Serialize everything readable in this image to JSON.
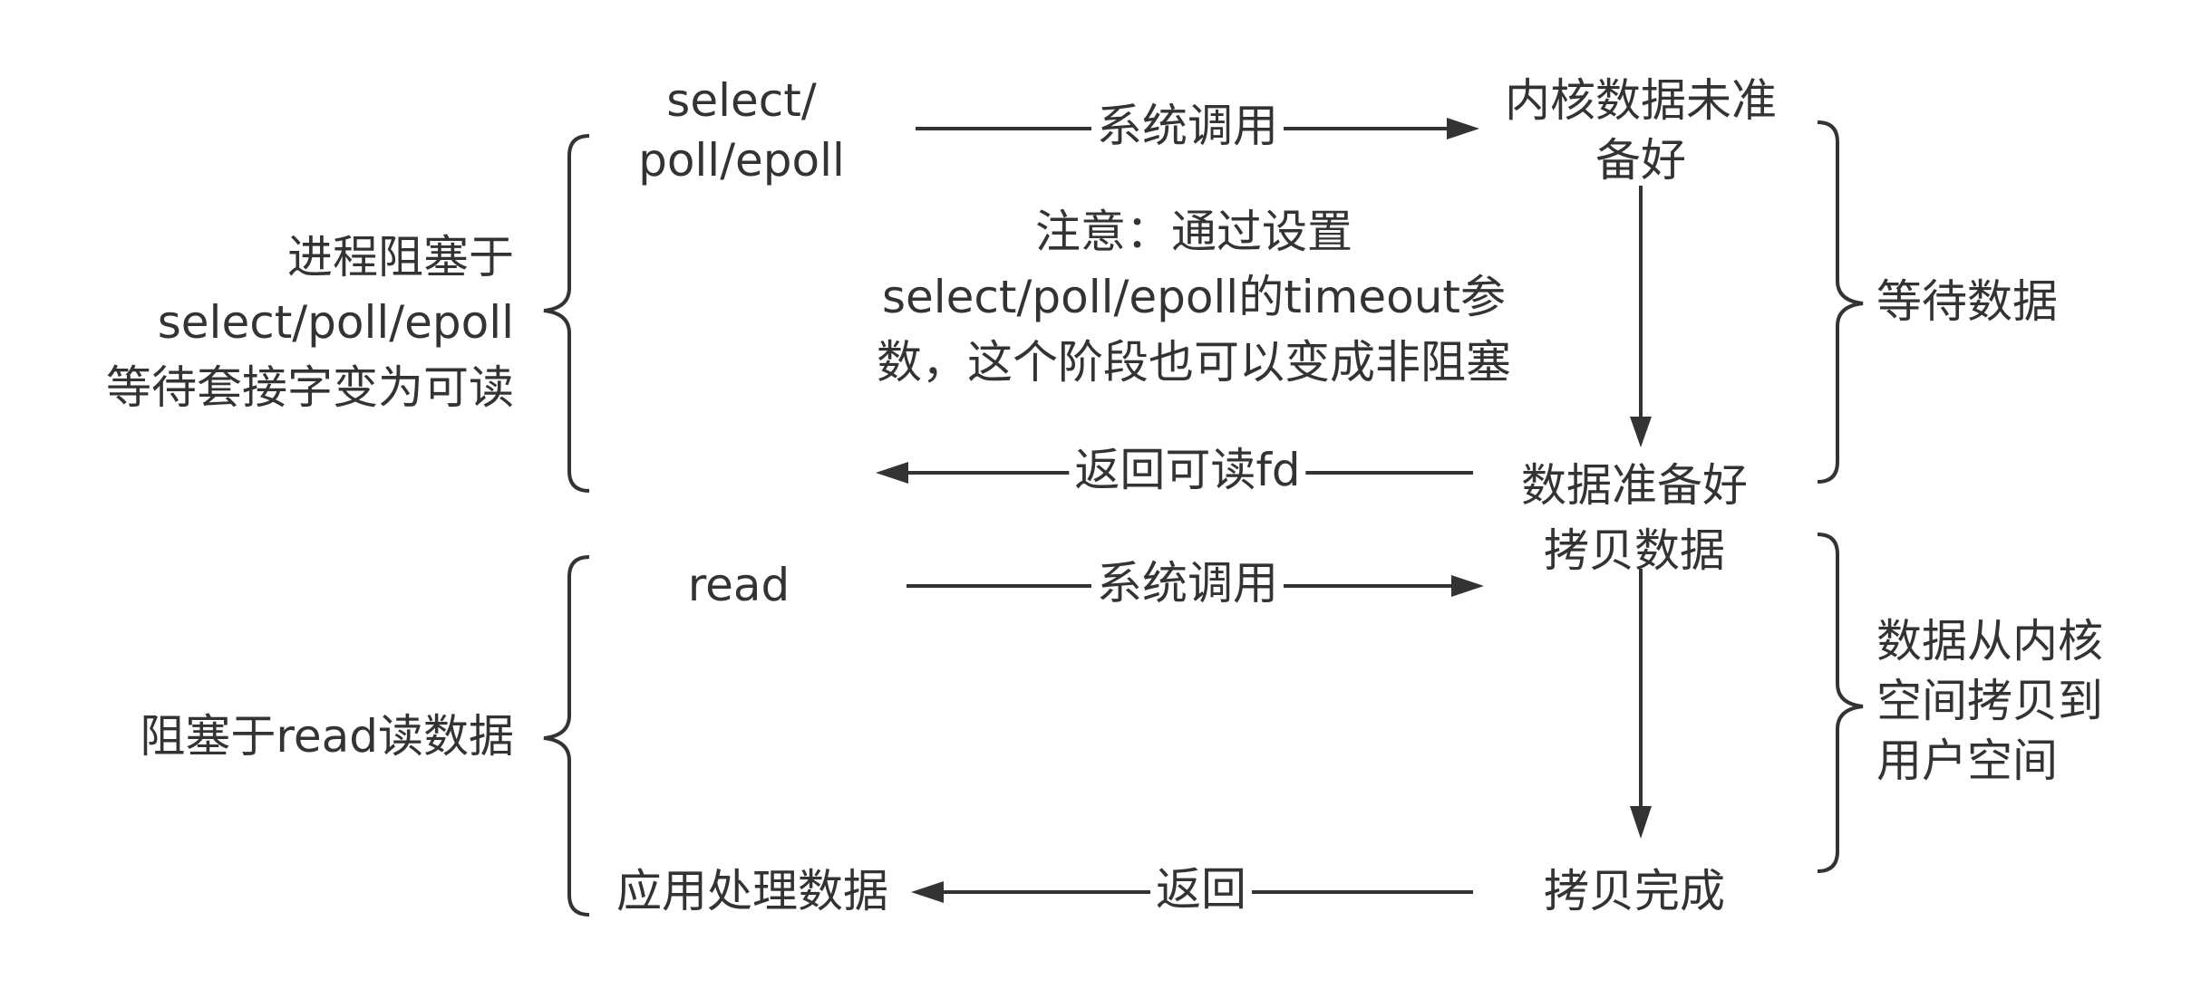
{
  "colors": {
    "line": "#333333",
    "text": "#333333",
    "background": "#ffffff"
  },
  "left": {
    "select_block": [
      "进程阻塞于",
      "select/poll/epoll",
      "等待套接字变为可读"
    ],
    "read_block": "阻塞于read读数据"
  },
  "calls": {
    "select": [
      "select/",
      "poll/epoll"
    ],
    "read": "read",
    "app_process": "应用处理数据"
  },
  "arrows": {
    "syscall_1": "系统调用",
    "return_fd": "返回可读fd",
    "syscall_2": "系统调用",
    "return": "返回"
  },
  "note": [
    "注意：通过设置",
    "select/poll/epoll的timeout参",
    "数，这个阶段也可以变成非阻塞"
  ],
  "kernel": {
    "not_ready": [
      "内核数据未准",
      "备好"
    ],
    "ready": [
      "数据准备好",
      "拷贝数据"
    ],
    "copy_done": "拷贝完成"
  },
  "right": {
    "wait_data": "等待数据",
    "copy_to_user": [
      "数据从内核",
      "空间拷贝到",
      "用户空间"
    ]
  }
}
